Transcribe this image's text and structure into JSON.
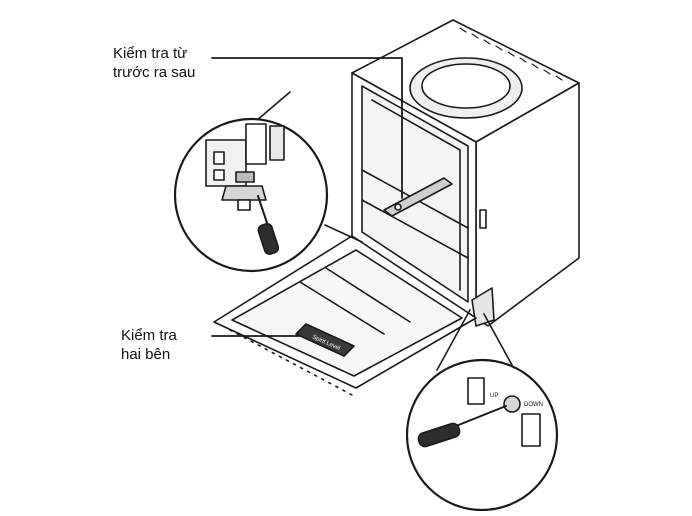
{
  "callouts": {
    "front_to_back": {
      "line1": "Kiểm tra từ",
      "line2": "trước ra sau"
    },
    "side_to_side": {
      "line1": "Kiểm tra",
      "line2": "hai bên"
    }
  },
  "spirit_level_text": "Spirit Level",
  "adjuster_labels": {
    "up": "UP",
    "down": "DOWN"
  },
  "colors": {
    "line": "#1a1a1a",
    "fill": "#ffffff",
    "shade": "#d9d9d9",
    "dark": "#3a3a3a"
  }
}
